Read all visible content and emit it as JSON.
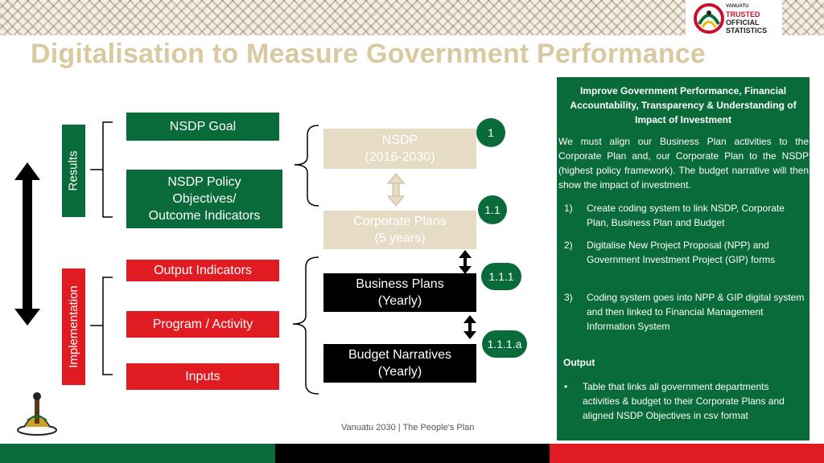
{
  "header": {
    "logo": {
      "small": "VANUATU",
      "line1": "TRUSTED",
      "line2": "OFFICIAL",
      "line3": "STATISTICS"
    },
    "title": "Digitalisation to Measure Government Performance"
  },
  "colors": {
    "green": "#0a6b3a",
    "red": "#e01b22",
    "beige": "#e6dcc5",
    "black": "#000000",
    "title": "#d8c9a0"
  },
  "left": {
    "results_label": "Results",
    "implementation_label": "Implementation",
    "nsdp_goal": "NSDP Goal",
    "policy_objectives": [
      "NSDP Policy",
      "Objectives/",
      "Outcome Indicators"
    ],
    "output_indicators": "Output Indicators",
    "program_activity": "Program / Activity",
    "inputs": "Inputs"
  },
  "middle": {
    "nsdp": [
      "NSDP",
      "(2016-2030)"
    ],
    "corporate_plans": [
      "Corporate Plans",
      "(5 years)"
    ],
    "business_plans": [
      "Business Plans",
      "(Yearly)"
    ],
    "budget_narratives": [
      "Budget Narratives",
      "(Yearly)"
    ],
    "badges": [
      "1",
      "1.1",
      "1.1.1",
      "1.1.1.a"
    ]
  },
  "panel": {
    "heading": [
      "Improve Government Performance, Financial",
      "Accountability, Transparency & Understanding of",
      "Impact of Investment"
    ],
    "intro": "We must align our Business Plan activities to the Corporate Plan and, our Corporate Plan to the NSDP (highest policy framework). The budget narrative will then show the impact of investment.",
    "items": [
      {
        "num": "1)",
        "text": "Create coding system to link NSDP, Corporate Plan, Business Plan and Budget"
      },
      {
        "num": "2)",
        "text": "Digitalise New Project Proposal (NPP) and Government Investment Project (GIP) forms"
      },
      {
        "num": "3)",
        "text": "Coding system goes into NPP & GIP digital system and then linked to Financial Management Information System"
      }
    ],
    "output_heading": "Output",
    "output_bullet": "•",
    "output_text": "Table that links all government departments activities & budget to their Corporate Plans and aligned NSDP Objectives in csv format"
  },
  "footer": {
    "text": "Vanuatu 2030 | The People's Plan"
  }
}
